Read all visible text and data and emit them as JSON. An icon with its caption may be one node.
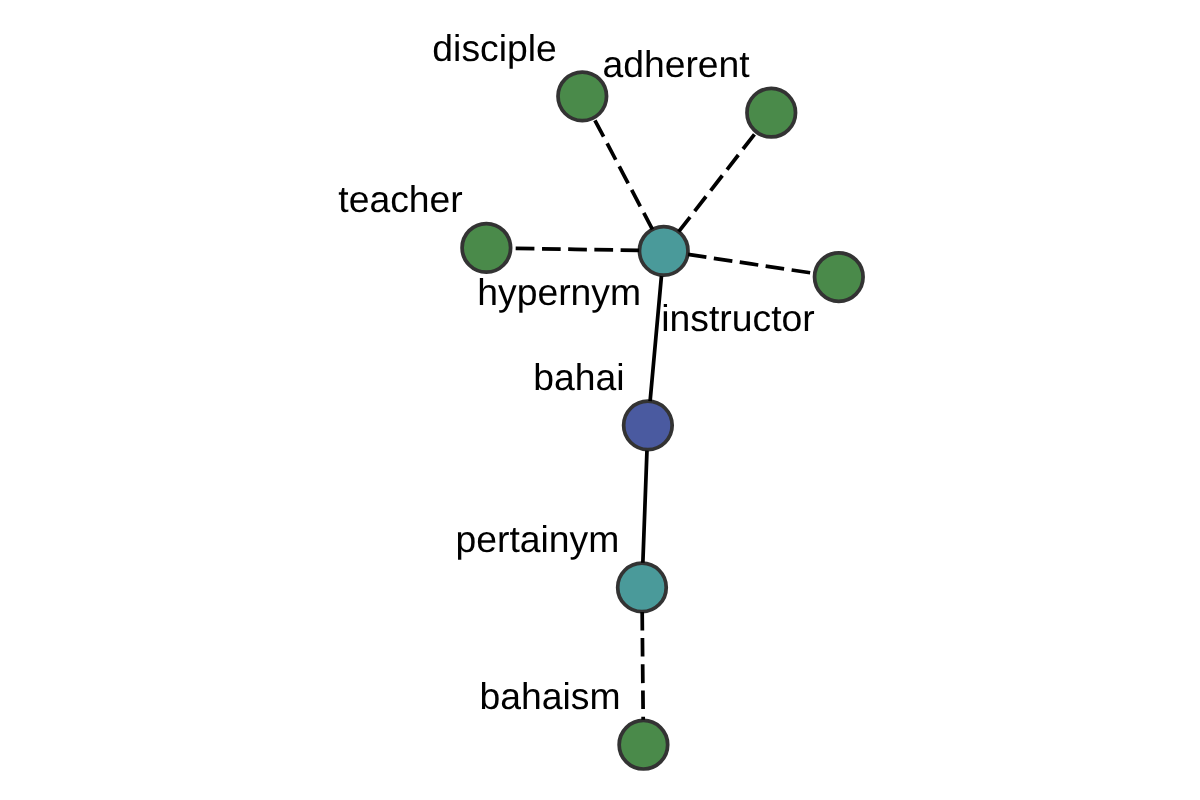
{
  "diagram": {
    "nodes": [
      {
        "text": [],
        "shape": "circle",
        "beside": [
          "bahai"
        ]
      },
      {
        "text": [],
        "shape": "circle",
        "beside": [
          "pertainym"
        ]
      },
      {
        "text": [],
        "shape": "circle",
        "beside": [
          "bahaism"
        ]
      },
      {
        "text": [],
        "shape": "circle",
        "beside": [
          "hypernym"
        ]
      },
      {
        "text": [],
        "shape": "circle",
        "beside": [
          "adherent"
        ]
      },
      {
        "text": [],
        "shape": "circle",
        "beside": [
          "disciple"
        ]
      },
      {
        "text": [],
        "shape": "circle",
        "beside": [
          "teacher"
        ]
      },
      {
        "text": [],
        "shape": "circle",
        "beside": [
          "instructor"
        ]
      }
    ],
    "edges": [
      {
        "from": 0,
        "to": 1,
        "arrow": "none"
      },
      {
        "from": 1,
        "to": 2,
        "arrow": "none",
        "style": "dashed"
      },
      {
        "from": 0,
        "to": 3,
        "arrow": "none"
      },
      {
        "from": 3,
        "to": 4,
        "arrow": "none",
        "style": "dashed"
      },
      {
        "from": 3,
        "to": 5,
        "arrow": "none",
        "style": "dashed"
      },
      {
        "from": 3,
        "to": 6,
        "arrow": "none",
        "style": "dashed"
      },
      {
        "from": 3,
        "to": 7,
        "arrow": "none",
        "style": "dashed"
      }
    ]
  }
}
